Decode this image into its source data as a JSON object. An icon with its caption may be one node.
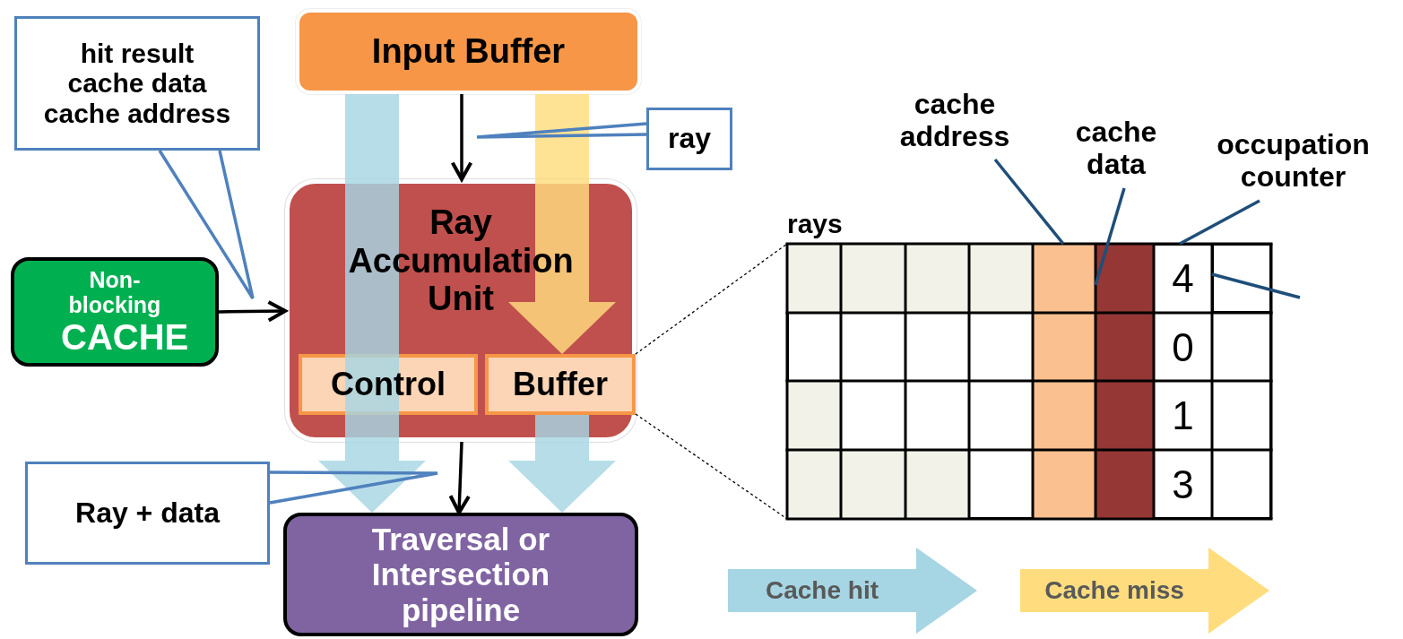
{
  "diagram": {
    "nodes": [
      {
        "text": [
          "Input Buffer"
        ]
      },
      {
        "text": [
          "Ray Accumulation Unit"
        ]
      },
      {
        "text": [
          "Control"
        ],
        "in": 1
      },
      {
        "text": [
          "Buffer"
        ],
        "in": 1
      },
      {
        "text": [
          "Non-blocking",
          "CACHE"
        ]
      },
      {
        "text": [
          "Traversal or Intersection pipeline"
        ]
      },
      {
        "text": [
          "hit result",
          "cache data",
          "cache address"
        ]
      },
      {
        "text": [
          "ray"
        ]
      },
      {
        "text": [
          "Ray + data"
        ]
      },
      {
        "text": [
          "cache address"
        ]
      },
      {
        "text": [
          "cache data"
        ]
      },
      {
        "text": [
          "occupation counter"
        ]
      },
      {
        "text": [],
        "shape": "box"
      },
      {
        "text": [],
        "shape": "bar",
        "in": 12
      },
      {
        "text": [],
        "shape": "bar",
        "in": 12
      },
      {
        "text": [
          "4"
        ],
        "in": 12
      },
      {
        "text": [],
        "shape": "box",
        "in": 12
      }
    ],
    "edges": [
      {
        "from": 0,
        "to": 1,
        "arrow": "to"
      },
      {
        "from": 4,
        "to": 1,
        "arrow": "to"
      },
      {
        "from": 1,
        "to": 5,
        "arrow": "to"
      },
      {
        "from": 0,
        "to": 5,
        "arrow": "to",
        "style": "thick",
        "color": "#a6d5e3"
      },
      {
        "from": 0,
        "to": 3,
        "arrow": "to",
        "style": "thick",
        "color": "#ffdd7e"
      },
      {
        "from": 3,
        "to": 5,
        "arrow": "to",
        "style": "thick",
        "color": "#a6d5e3"
      },
      {
        "from": 6,
        "to": null,
        "arrow": "none",
        "color": "#4f81bd"
      },
      {
        "from": 7,
        "to": null,
        "arrow": "none",
        "color": "#4f81bd"
      },
      {
        "from": 8,
        "to": null,
        "arrow": "none",
        "color": "#4f81bd"
      },
      {
        "from": 9,
        "to": 13,
        "arrow": "none",
        "color": "#1f4e79"
      },
      {
        "from": 10,
        "to": 14,
        "arrow": "none",
        "color": "#1f4e79"
      },
      {
        "from": 11,
        "to": 15,
        "arrow": "none",
        "color": "#1f4e79"
      },
      {
        "from": null,
        "to": 16,
        "arrow": "none",
        "color": "#1f4e79"
      },
      {
        "from": 3,
        "to": 12,
        "arrow": "none",
        "style": "dashed"
      },
      {
        "from": 3,
        "to": 12,
        "arrow": "none",
        "style": "dashed"
      }
    ],
    "labels": [
      "rays",
      "0",
      "1",
      "3"
    ],
    "legend": [
      {
        "text": "Cache hit",
        "color": "#a6d5e3"
      },
      {
        "text": "Cache miss",
        "color": "#ffdd7e"
      }
    ]
  }
}
